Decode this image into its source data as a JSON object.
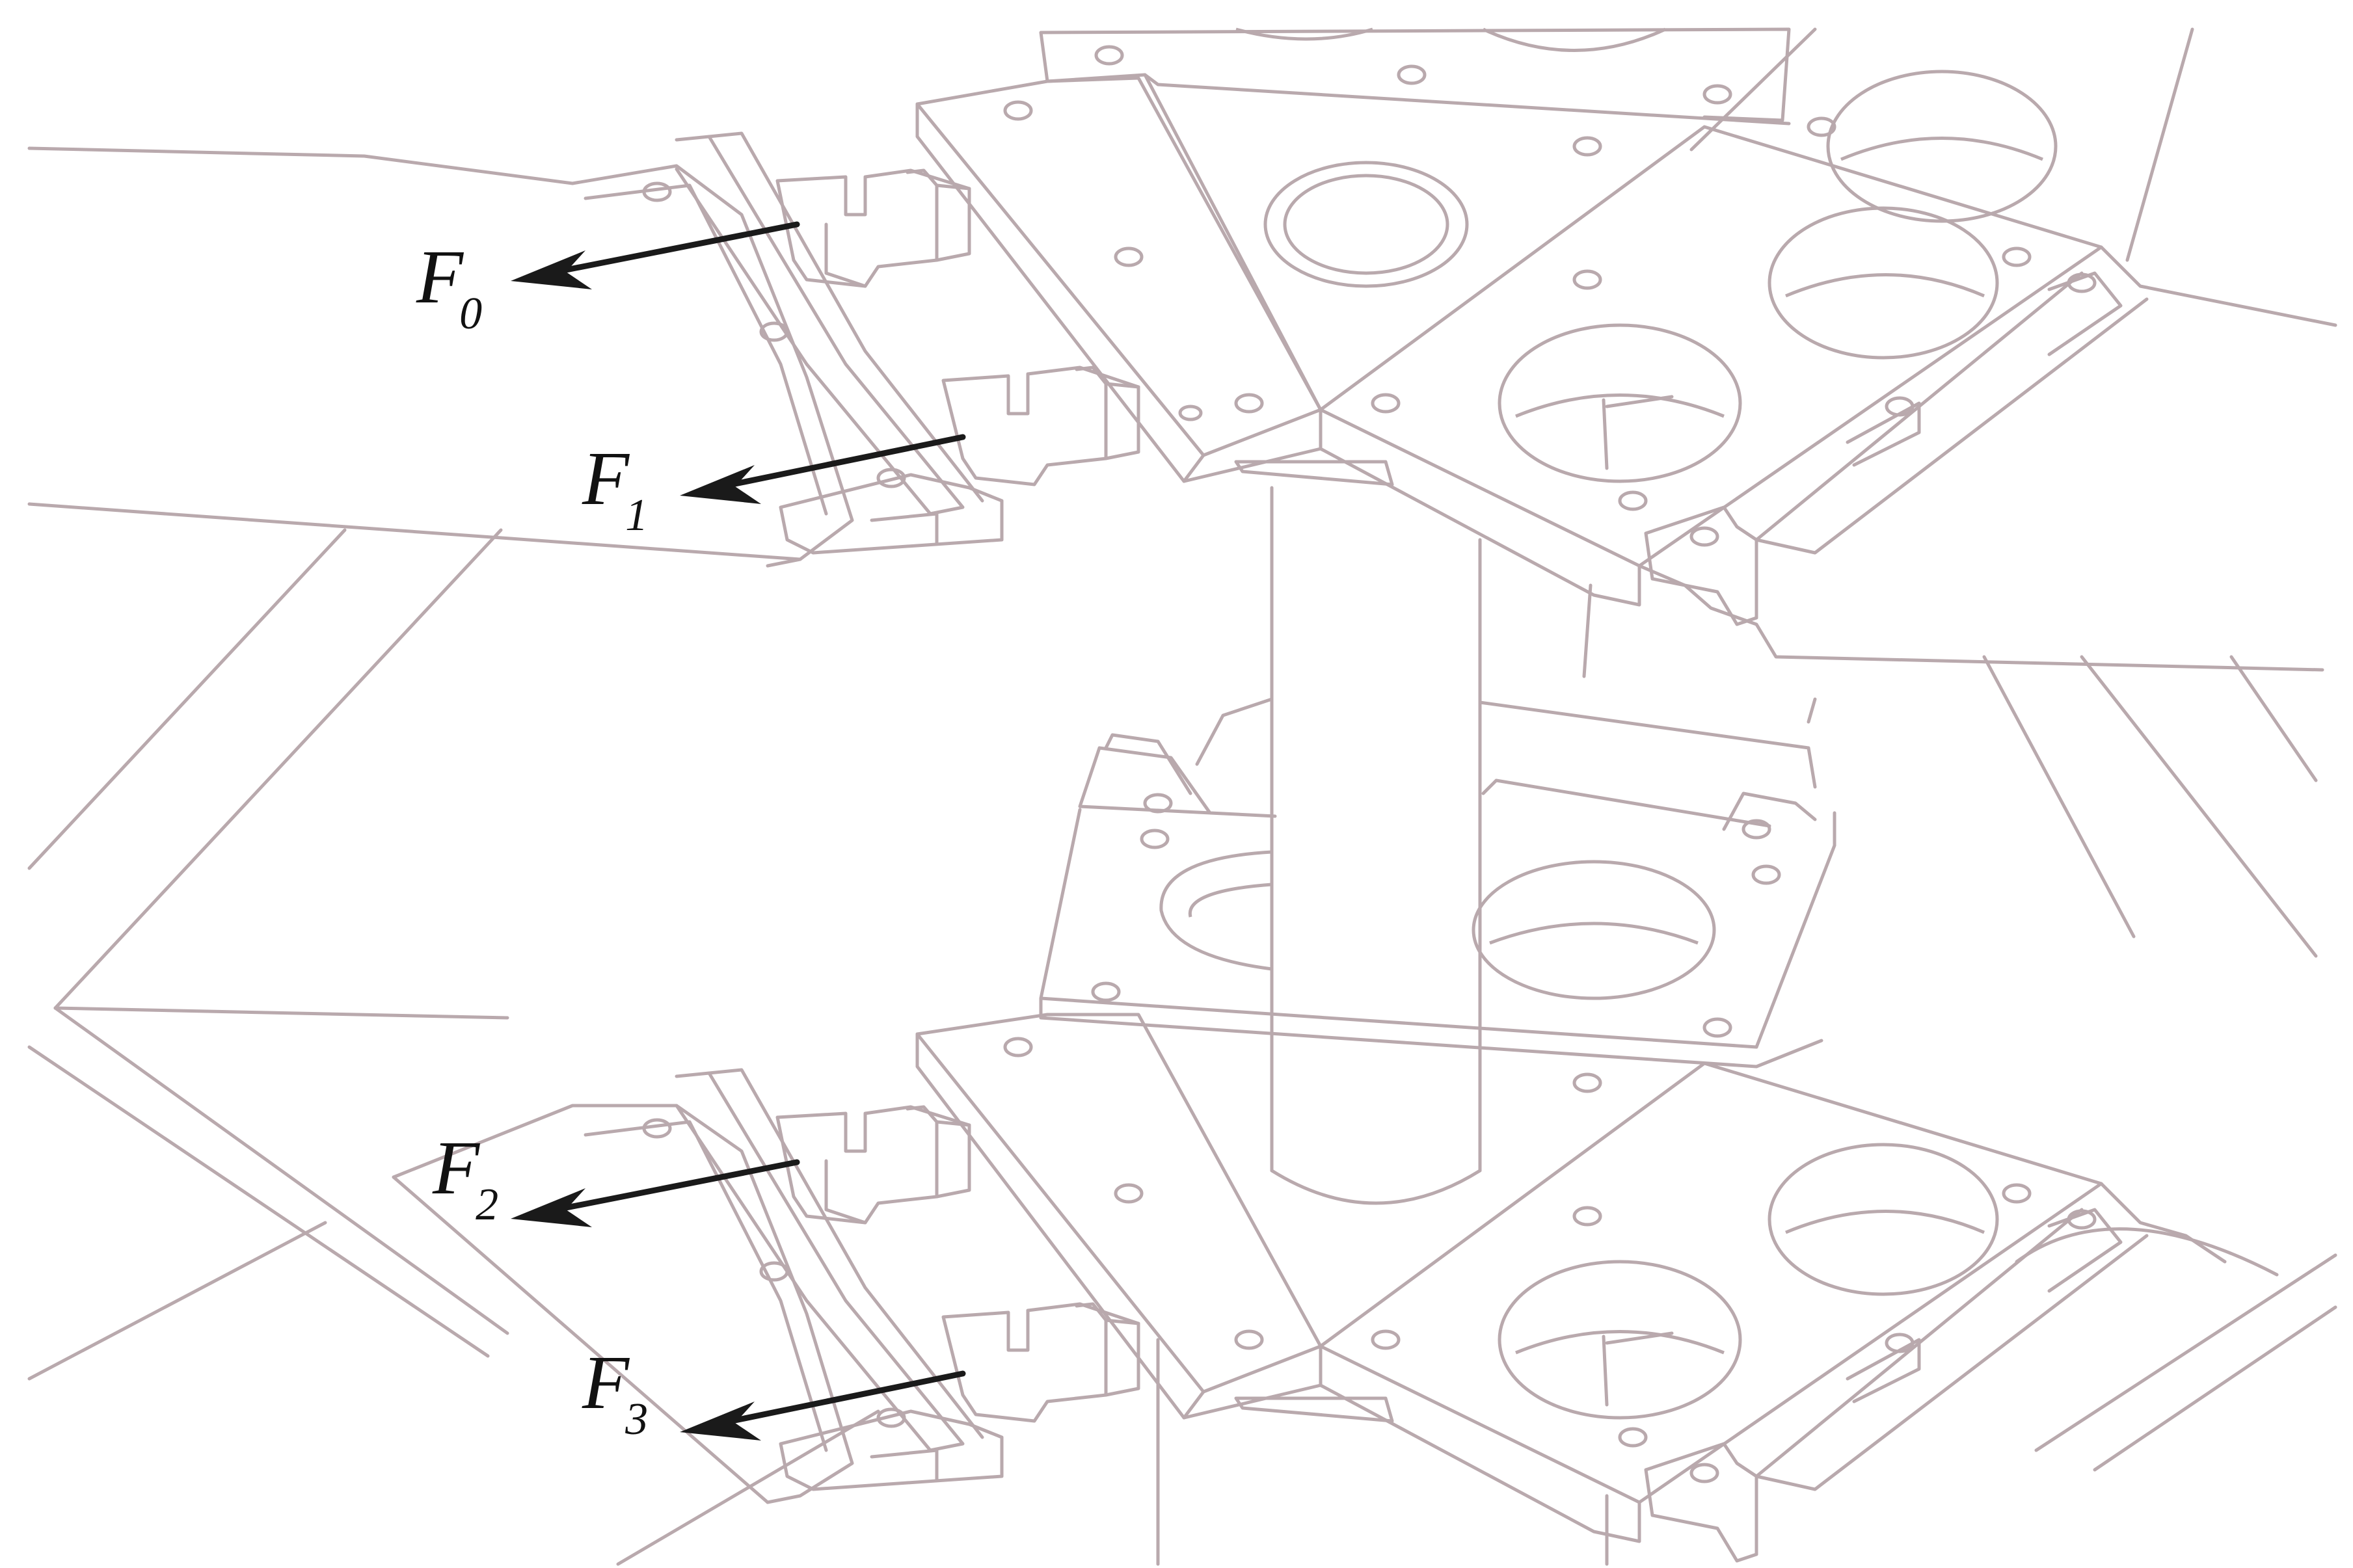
{
  "colors": {
    "line": "#b9a9ad",
    "arrow": "#1a1a1a",
    "label": "#111111",
    "background": "#ffffff"
  },
  "forces": [
    {
      "symbol": "F",
      "subscript": "0"
    },
    {
      "symbol": "F",
      "subscript": "1"
    },
    {
      "symbol": "F",
      "subscript": "2"
    },
    {
      "symbol": "F",
      "subscript": "3"
    }
  ]
}
